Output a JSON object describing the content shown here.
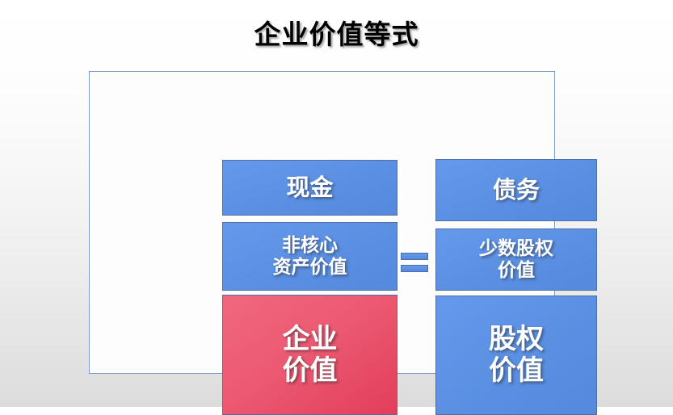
{
  "slide": {
    "title": "企业价值等式",
    "frame_border_color": "#7f9dc7",
    "background_top": "#ffffff",
    "background_bottom": "#dcdcdc"
  },
  "colors": {
    "blue_fill": "#5a8fe2",
    "blue_border": "#4c6fa4",
    "red_fill": "#ec5a72",
    "text_white": "#ffffff",
    "title_black": "#000000"
  },
  "equation": {
    "operator": "=",
    "left_side": {
      "boxes": [
        {
          "label": "现金",
          "color": "blue"
        },
        {
          "label": "非核心\n资产价值",
          "color": "blue"
        },
        {
          "label": "企业\n价值",
          "color": "red"
        }
      ]
    },
    "right_side": {
      "boxes": [
        {
          "label": "债务",
          "color": "blue"
        },
        {
          "label": "少数股权\n价值",
          "color": "blue"
        },
        {
          "label": "股权\n价值",
          "color": "blue"
        }
      ]
    }
  }
}
